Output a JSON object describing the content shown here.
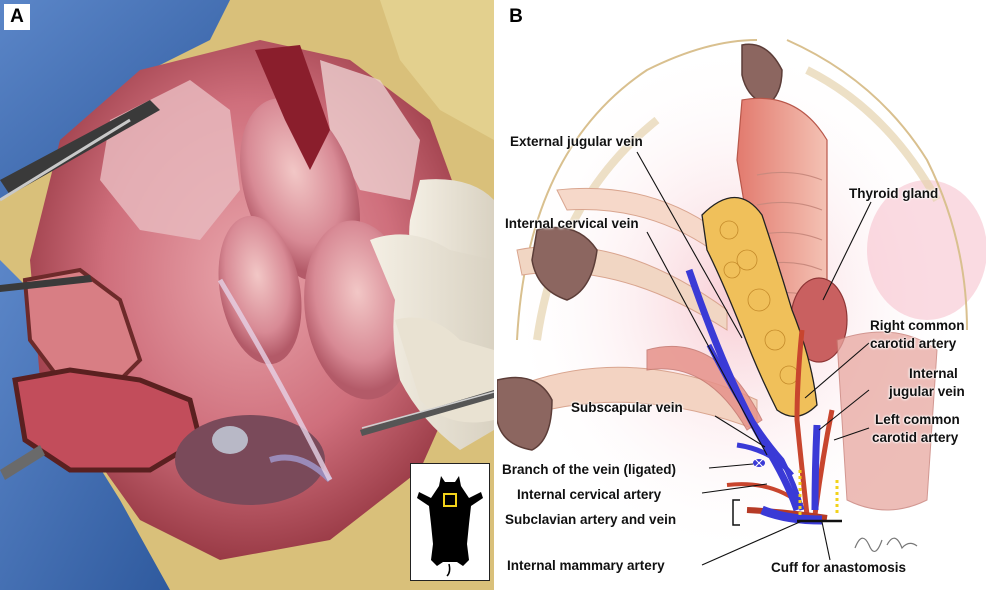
{
  "figure": {
    "panel_a": {
      "letter": "A"
    },
    "panel_b": {
      "letter": "B",
      "signature": "Rika Yasuda"
    }
  },
  "labels": {
    "external_jugular_vein": "External jugular vein",
    "internal_cervical_vein": "Internal cervical vein",
    "thyroid_gland": "Thyroid gland",
    "right_common_carotid_artery_1": "Right common",
    "right_common_carotid_artery_2": "carotid artery",
    "internal_jugular_vein_1": "Internal",
    "internal_jugular_vein_2": "jugular vein",
    "left_common_carotid_artery_1": "Left common",
    "left_common_carotid_artery_2": "carotid artery",
    "subscapular_vein": "Subscapular vein",
    "branch_of_vein": "Branch of the vein (ligated)",
    "internal_cervical_artery": "Internal cervical artery",
    "subclavian_artery_and_vein": "Subclavian artery and vein",
    "internal_mammary_artery": "Internal mammary artery",
    "cuff_for_anastomosis": "Cuff for anastomosis"
  },
  "colors": {
    "vein": "#3a3ad6",
    "artery": "#c8452e",
    "thyroid": "#e8b04a",
    "drape": "#3e6fb8",
    "tissue": "#c85a6a",
    "cuff_marker": "#f2d21a"
  }
}
